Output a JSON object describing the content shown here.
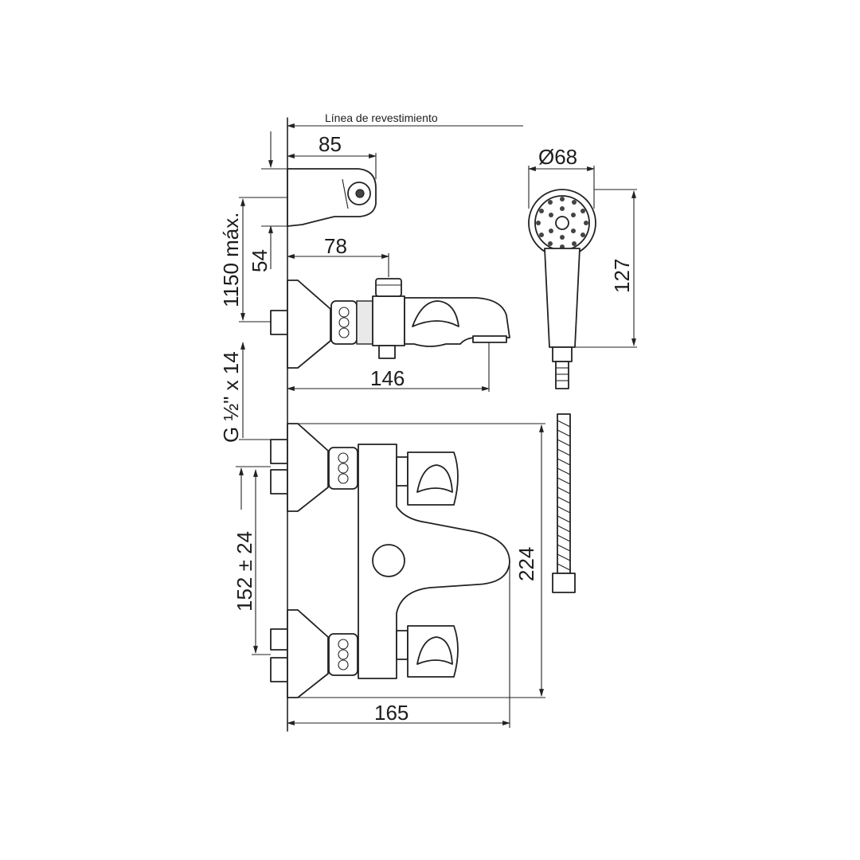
{
  "labels": {
    "cladding_line": "Línea de revestimiento",
    "dim_85": "85",
    "dim_78": "78",
    "dim_146": "146",
    "dim_165": "165",
    "dim_224": "224",
    "dim_127": "127",
    "dim_d68": "Ø68",
    "dim_1150": "1150 máx.",
    "dim_54": "54",
    "dim_thread": "G ½\" x 14",
    "dim_152": "152 ± 24"
  }
}
